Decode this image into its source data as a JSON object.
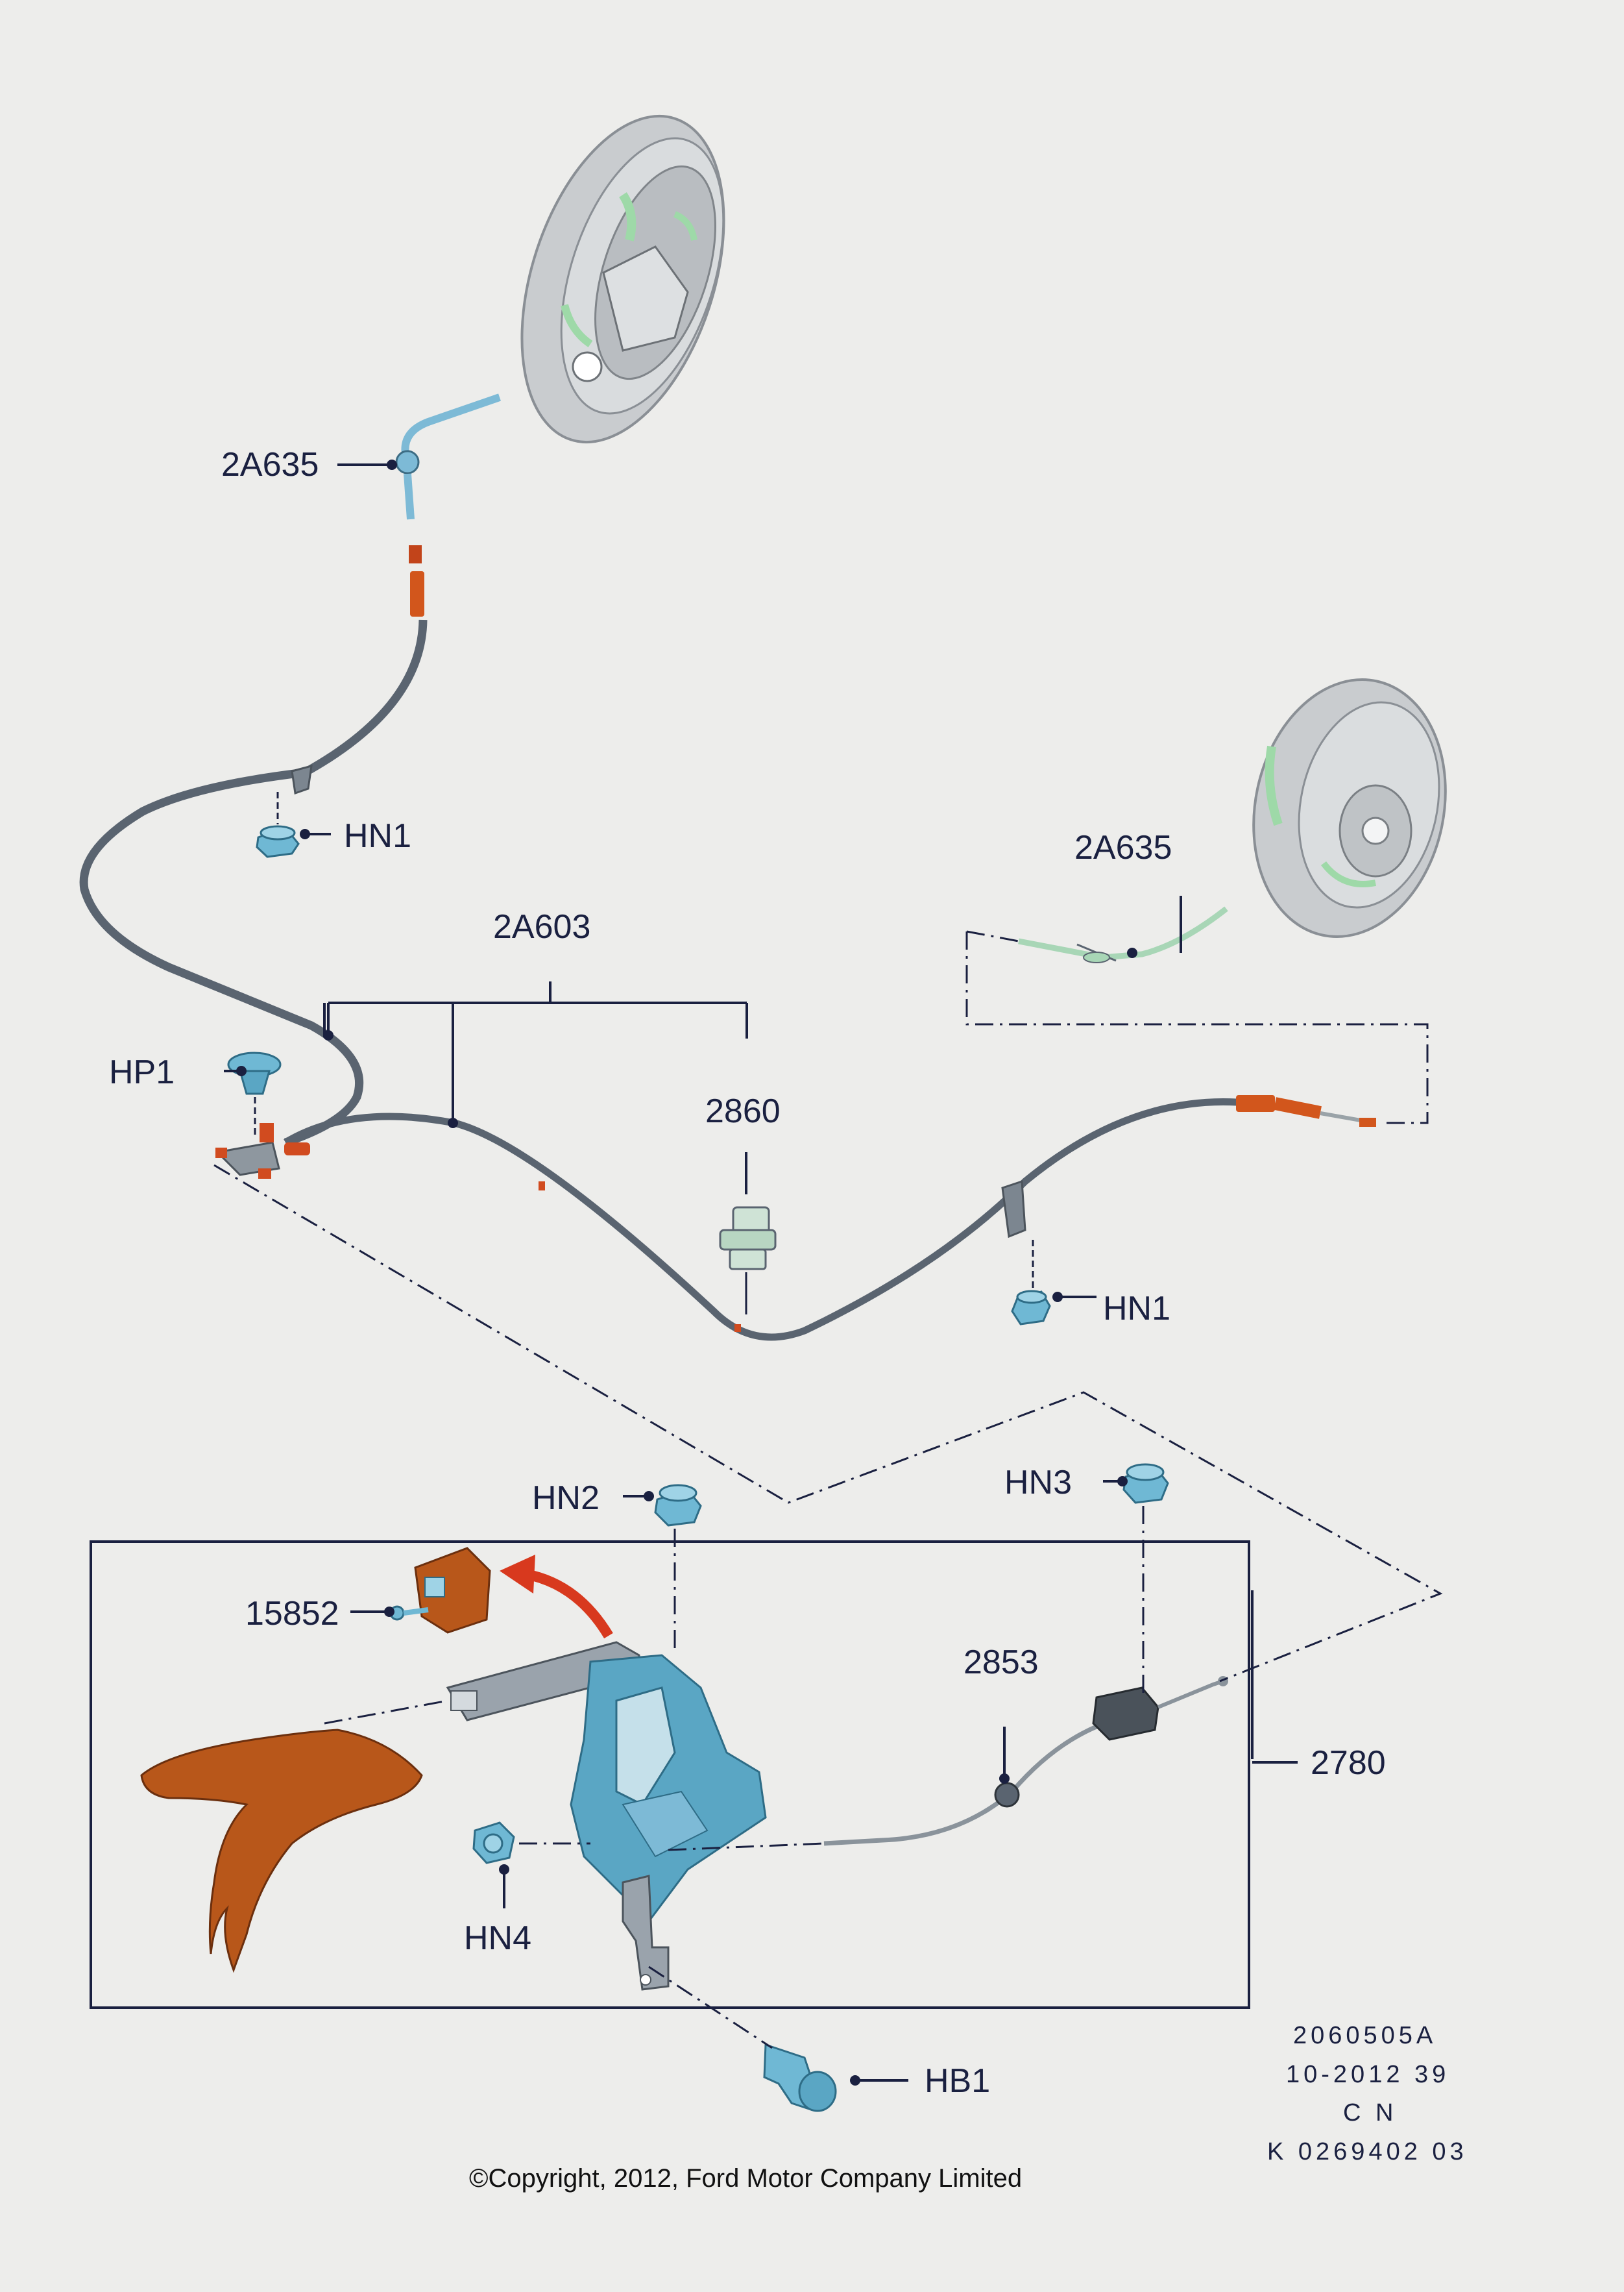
{
  "labels": {
    "cable_2a635_left": "2A635",
    "cable_2a635_right": "2A635",
    "hn1_upper": "HN1",
    "hn1_lower": "HN1",
    "cable_2a603": "2A603",
    "hp1": "HP1",
    "part_2860": "2860",
    "hn2": "HN2",
    "hn3": "HN3",
    "part_15852": "15852",
    "part_2853": "2853",
    "part_2780": "2780",
    "hn4": "HN4",
    "hb1": "HB1"
  },
  "reference": {
    "code": "2060505A",
    "date": "10-2012 39",
    "region": "C N",
    "doc": "K 0269402 03"
  },
  "copyright": "©Copyright, 2012, Ford Motor Company Limited",
  "colors": {
    "background": "#ededeb",
    "line": "#1a2040",
    "cable": "#5a6470",
    "fastener": "#6fb8d4",
    "highlight_orange": "#b8571a",
    "drum": "#cfd2d4",
    "accent_green": "#9ed9a8",
    "arrow_red": "#d8391e"
  }
}
